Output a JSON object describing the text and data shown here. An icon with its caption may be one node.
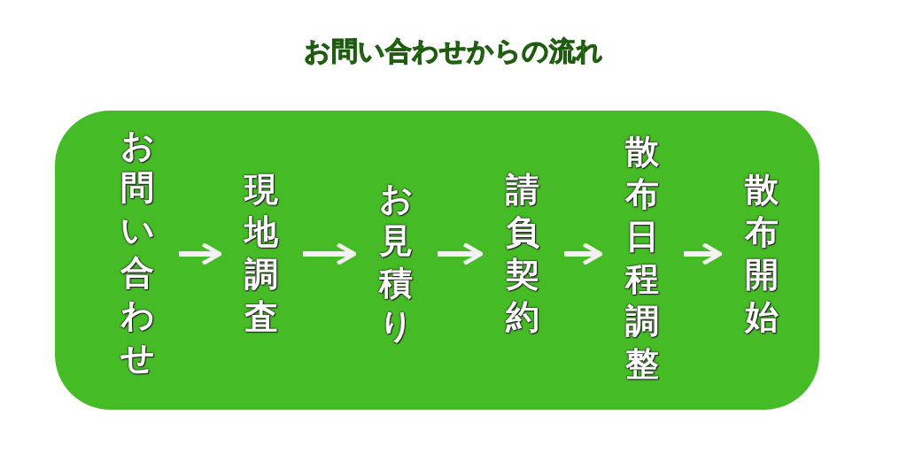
{
  "diagram": {
    "title": "お問い合わせからの流れ",
    "nodes": [
      {
        "text": [],
        "shape": "box"
      },
      {
        "text": [
          "お問い合わせ"
        ],
        "in": 0
      },
      {
        "text": [
          "現地調査"
        ],
        "in": 0
      },
      {
        "text": [
          "お見積り"
        ],
        "in": 0
      },
      {
        "text": [
          "請負契約"
        ],
        "in": 0
      },
      {
        "text": [
          "散布日程調整"
        ],
        "in": 0
      },
      {
        "text": [
          "散布開始"
        ],
        "in": 0
      }
    ],
    "edges": [
      {
        "from": 1,
        "to": 2,
        "arrow": "to"
      },
      {
        "from": 2,
        "to": 3,
        "arrow": "to"
      },
      {
        "from": 3,
        "to": 4,
        "arrow": "to"
      },
      {
        "from": 4,
        "to": 5,
        "arrow": "to"
      },
      {
        "from": 5,
        "to": 6,
        "arrow": "to"
      }
    ]
  }
}
